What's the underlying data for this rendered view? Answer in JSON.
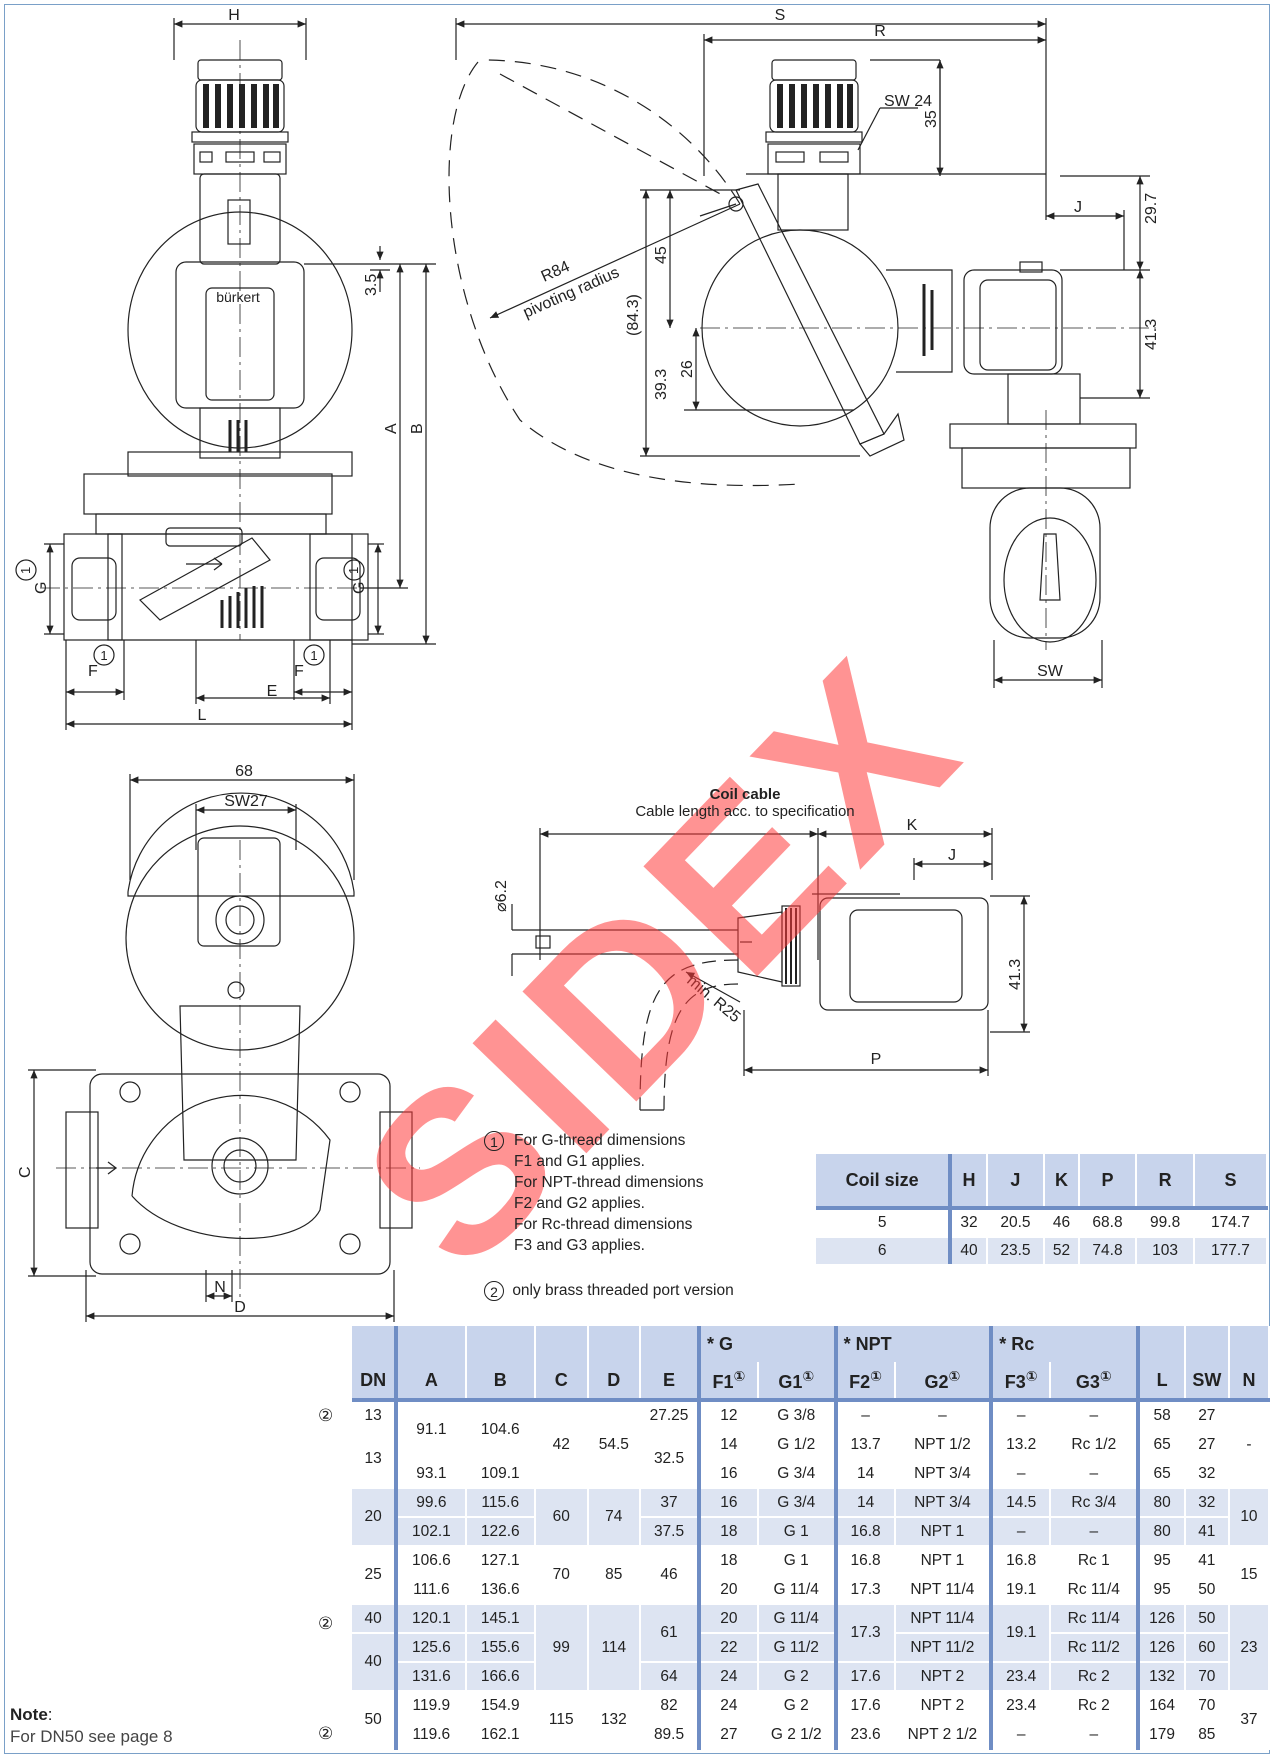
{
  "watermark": "SIDEX",
  "drawing_labels": {
    "H": "H",
    "S": "S",
    "R": "R",
    "SW24": "SW 24",
    "d35": "35",
    "d29_7": "29.7",
    "J": "J",
    "d45": "45",
    "R84": "R84",
    "pivot": "pivoting radius",
    "d84_3": "(84.3)",
    "d26": "26",
    "d39_3": "39.3",
    "d41_3": "41.3",
    "d3_5": "3.5",
    "A": "A",
    "B": "B",
    "G": "G",
    "F": "F",
    "E": "E",
    "L": "L",
    "SW": "SW",
    "d68": "68",
    "SW27": "SW27",
    "C": "C",
    "N": "N",
    "D": "D",
    "K": "K",
    "d6_2": "⌀6.2",
    "minR25": "min. R25",
    "P": "P",
    "brand": "bürkert",
    "m1": "1"
  },
  "coil_cable": {
    "title": "Coil cable",
    "subtitle": "Cable length acc. to specification"
  },
  "footnotes": {
    "n1_mark": "1",
    "n1_lines": [
      "For G-thread dimensions",
      "F1 and G1 applies.",
      "For NPT-thread dimensions",
      "F2 and G2 applies.",
      "For Rc-thread dimensions",
      "F3 and G3 applies."
    ],
    "n2_mark": "2",
    "n2_text": "only brass threaded port version"
  },
  "coil_table": {
    "headers": [
      "Coil size",
      "H",
      "J",
      "K",
      "P",
      "R",
      "S"
    ],
    "rows": [
      [
        "5",
        "32",
        "20.5",
        "46",
        "68.8",
        "99.8",
        "174.7"
      ],
      [
        "6",
        "40",
        "23.5",
        "52",
        "74.8",
        "103",
        "177.7"
      ]
    ]
  },
  "main_table": {
    "group_headers": [
      "* G",
      "* NPT",
      "* Rc"
    ],
    "headers": [
      "DN",
      "A",
      "B",
      "C",
      "D",
      "E",
      "F1",
      "G1",
      "F2",
      "G2",
      "F3",
      "G3",
      "L",
      "SW",
      "N"
    ],
    "circle_mark": "①",
    "row_mark": "②",
    "c": {
      "dn13": "13",
      "a1": "91.1",
      "b1": "104.6",
      "c13": "42",
      "d13": "54.5",
      "e1": "27.25",
      "e2": "32.5",
      "a2": "93.1",
      "b2": "109.1",
      "n13": "-",
      "dn20": "20",
      "a3": "99.6",
      "b3": "115.6",
      "a4": "102.1",
      "b4": "122.6",
      "c20": "60",
      "d20": "74",
      "e3": "37",
      "e4": "37.5",
      "n20": "10",
      "dn25": "25",
      "a5": "106.6",
      "b5": "127.1",
      "a6": "111.6",
      "b6": "136.6",
      "c25": "70",
      "d25": "85",
      "e25": "46",
      "n25": "15",
      "dn40": "40",
      "a7": "120.1",
      "b7": "145.1",
      "a8": "125.6",
      "b8": "155.6",
      "a9": "131.6",
      "b9": "166.6",
      "c40": "99",
      "d40": "114",
      "e5": "61",
      "e6": "64",
      "n40": "23",
      "f2_40": "17.3",
      "f3_40": "19.1",
      "dn50": "50",
      "a10": "119.9",
      "b10": "154.9",
      "a11": "119.6",
      "b11": "162.1",
      "c50": "115",
      "d50": "132",
      "e7": "82",
      "e8": "89.5",
      "n50": "37"
    },
    "thread_rows": [
      [
        "12",
        "G 3/8",
        "–",
        "–",
        "–",
        "–",
        "58",
        "27"
      ],
      [
        "14",
        "G 1/2",
        "13.7",
        "NPT 1/2",
        "13.2",
        "Rc 1/2",
        "65",
        "27"
      ],
      [
        "16",
        "G 3/4",
        "14",
        "NPT 3/4",
        "–",
        "–",
        "65",
        "32"
      ],
      [
        "16",
        "G 3/4",
        "14",
        "NPT 3/4",
        "14.5",
        "Rc 3/4",
        "80",
        "32"
      ],
      [
        "18",
        "G 1",
        "16.8",
        "NPT 1",
        "–",
        "–",
        "80",
        "41"
      ],
      [
        "18",
        "G 1",
        "16.8",
        "NPT 1",
        "16.8",
        "Rc 1",
        "95",
        "41"
      ],
      [
        "20",
        "G 11/4",
        "17.3",
        "NPT 11/4",
        "19.1",
        "Rc 11/4",
        "95",
        "50"
      ],
      [
        "20",
        "G 11/4",
        "",
        "NPT 11/4",
        "",
        "Rc 11/4",
        "126",
        "50"
      ],
      [
        "22",
        "G 11/2",
        "",
        "NPT 11/2",
        "",
        "Rc 11/2",
        "126",
        "60"
      ],
      [
        "24",
        "G 2",
        "17.6",
        "NPT 2",
        "23.4",
        "Rc 2",
        "132",
        "70"
      ],
      [
        "24",
        "G 2",
        "17.6",
        "NPT 2",
        "23.4",
        "Rc 2",
        "164",
        "70"
      ],
      [
        "27",
        "G 2 1/2",
        "23.6",
        "NPT 2 1/2",
        "–",
        "–",
        "179",
        "85"
      ]
    ]
  },
  "note": {
    "label": "Note",
    "text": "For DN50 see page 8"
  }
}
